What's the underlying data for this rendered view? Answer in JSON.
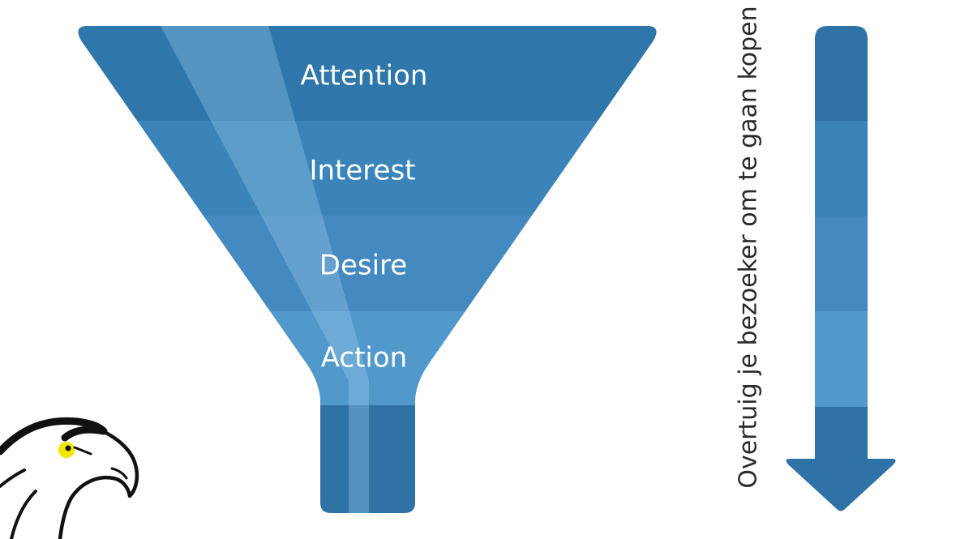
{
  "funnel": {
    "stages": [
      {
        "label": "Attention",
        "color": "#2f76aa"
      },
      {
        "label": "Interest",
        "color": "#3a84b9"
      },
      {
        "label": "Desire",
        "color": "#4489c0"
      },
      {
        "label": "Action",
        "color": "#5299cb"
      }
    ],
    "stem_color": "#2f72a6",
    "highlight_color": "#a8d2ee"
  },
  "side_arrow": {
    "caption": "Overtuig je bezoeker om te gaan kopen",
    "colors": [
      "#2f72a6",
      "#3a84b9",
      "#4489c0",
      "#5299cb",
      "#2f72a6"
    ]
  },
  "logo": {
    "icon": "eagle-head-icon",
    "eye_color": "#f2e600",
    "line_color": "#111111"
  }
}
